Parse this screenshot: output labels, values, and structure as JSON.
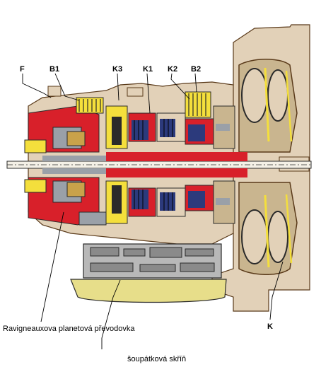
{
  "labels": {
    "f": "F",
    "b1": "B1",
    "k3": "K3",
    "k1": "K1",
    "k2": "K2",
    "b2": "B2",
    "k": "K"
  },
  "captions": {
    "ravigneaux": "Ravigneauxova planetová převodovka",
    "valve_body": "šoupátková skříň"
  },
  "colors": {
    "housing": "#e2d1b8",
    "housing_edge": "#5a3a1a",
    "oil_red": "#d8202a",
    "yellow": "#f4df3c",
    "clutch_blue": "#2c3a7c",
    "steel_grey": "#9aa0a8",
    "dark": "#2a2a2a"
  }
}
